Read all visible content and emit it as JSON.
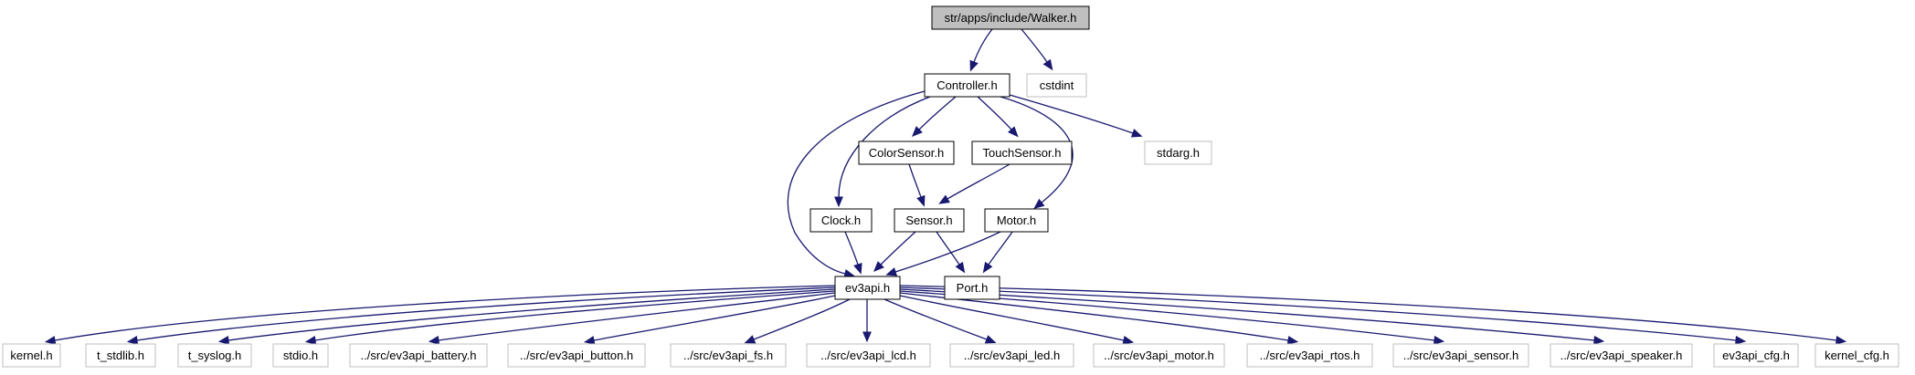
{
  "colors": {
    "edge": "#191970",
    "root_fill": "#bfbfbf",
    "linked_border": "#000000",
    "external_border": "#bfbfbf",
    "background": "#ffffff"
  },
  "nodes": {
    "walker": {
      "label": "str/apps/include/Walker.h",
      "kind": "root"
    },
    "controller": {
      "label": "Controller.h",
      "kind": "linked"
    },
    "cstdint": {
      "label": "cstdint",
      "kind": "external"
    },
    "colorsensor": {
      "label": "ColorSensor.h",
      "kind": "linked"
    },
    "touchsensor": {
      "label": "TouchSensor.h",
      "kind": "linked"
    },
    "stdarg": {
      "label": "stdarg.h",
      "kind": "external"
    },
    "clock": {
      "label": "Clock.h",
      "kind": "linked"
    },
    "sensor": {
      "label": "Sensor.h",
      "kind": "linked"
    },
    "motor": {
      "label": "Motor.h",
      "kind": "linked"
    },
    "ev3api": {
      "label": "ev3api.h",
      "kind": "linked"
    },
    "port": {
      "label": "Port.h",
      "kind": "linked"
    },
    "kernel": {
      "label": "kernel.h",
      "kind": "external"
    },
    "t_stdlib": {
      "label": "t_stdlib.h",
      "kind": "external"
    },
    "t_syslog": {
      "label": "t_syslog.h",
      "kind": "external"
    },
    "stdio": {
      "label": "stdio.h",
      "kind": "external"
    },
    "battery": {
      "label": "../src/ev3api_battery.h",
      "kind": "external"
    },
    "button": {
      "label": "../src/ev3api_button.h",
      "kind": "external"
    },
    "fs": {
      "label": "../src/ev3api_fs.h",
      "kind": "external"
    },
    "lcd": {
      "label": "../src/ev3api_lcd.h",
      "kind": "external"
    },
    "led": {
      "label": "../src/ev3api_led.h",
      "kind": "external"
    },
    "motor_src": {
      "label": "../src/ev3api_motor.h",
      "kind": "external"
    },
    "rtos": {
      "label": "../src/ev3api_rtos.h",
      "kind": "external"
    },
    "sensor_src": {
      "label": "../src/ev3api_sensor.h",
      "kind": "external"
    },
    "speaker": {
      "label": "../src/ev3api_speaker.h",
      "kind": "external"
    },
    "ev3api_cfg": {
      "label": "ev3api_cfg.h",
      "kind": "external"
    },
    "kernel_cfg": {
      "label": "kernel_cfg.h",
      "kind": "external"
    }
  },
  "edges": [
    [
      "walker",
      "controller"
    ],
    [
      "walker",
      "cstdint"
    ],
    [
      "controller",
      "colorsensor"
    ],
    [
      "controller",
      "touchsensor"
    ],
    [
      "controller",
      "stdarg"
    ],
    [
      "controller",
      "clock"
    ],
    [
      "controller",
      "motor"
    ],
    [
      "controller",
      "ev3api"
    ],
    [
      "colorsensor",
      "sensor"
    ],
    [
      "touchsensor",
      "sensor"
    ],
    [
      "clock",
      "ev3api"
    ],
    [
      "sensor",
      "ev3api"
    ],
    [
      "sensor",
      "port"
    ],
    [
      "motor",
      "ev3api"
    ],
    [
      "motor",
      "port"
    ],
    [
      "ev3api",
      "kernel"
    ],
    [
      "ev3api",
      "t_stdlib"
    ],
    [
      "ev3api",
      "t_syslog"
    ],
    [
      "ev3api",
      "stdio"
    ],
    [
      "ev3api",
      "battery"
    ],
    [
      "ev3api",
      "button"
    ],
    [
      "ev3api",
      "fs"
    ],
    [
      "ev3api",
      "lcd"
    ],
    [
      "ev3api",
      "led"
    ],
    [
      "ev3api",
      "motor_src"
    ],
    [
      "ev3api",
      "rtos"
    ],
    [
      "ev3api",
      "sensor_src"
    ],
    [
      "ev3api",
      "speaker"
    ],
    [
      "ev3api",
      "ev3api_cfg"
    ],
    [
      "ev3api",
      "kernel_cfg"
    ]
  ]
}
